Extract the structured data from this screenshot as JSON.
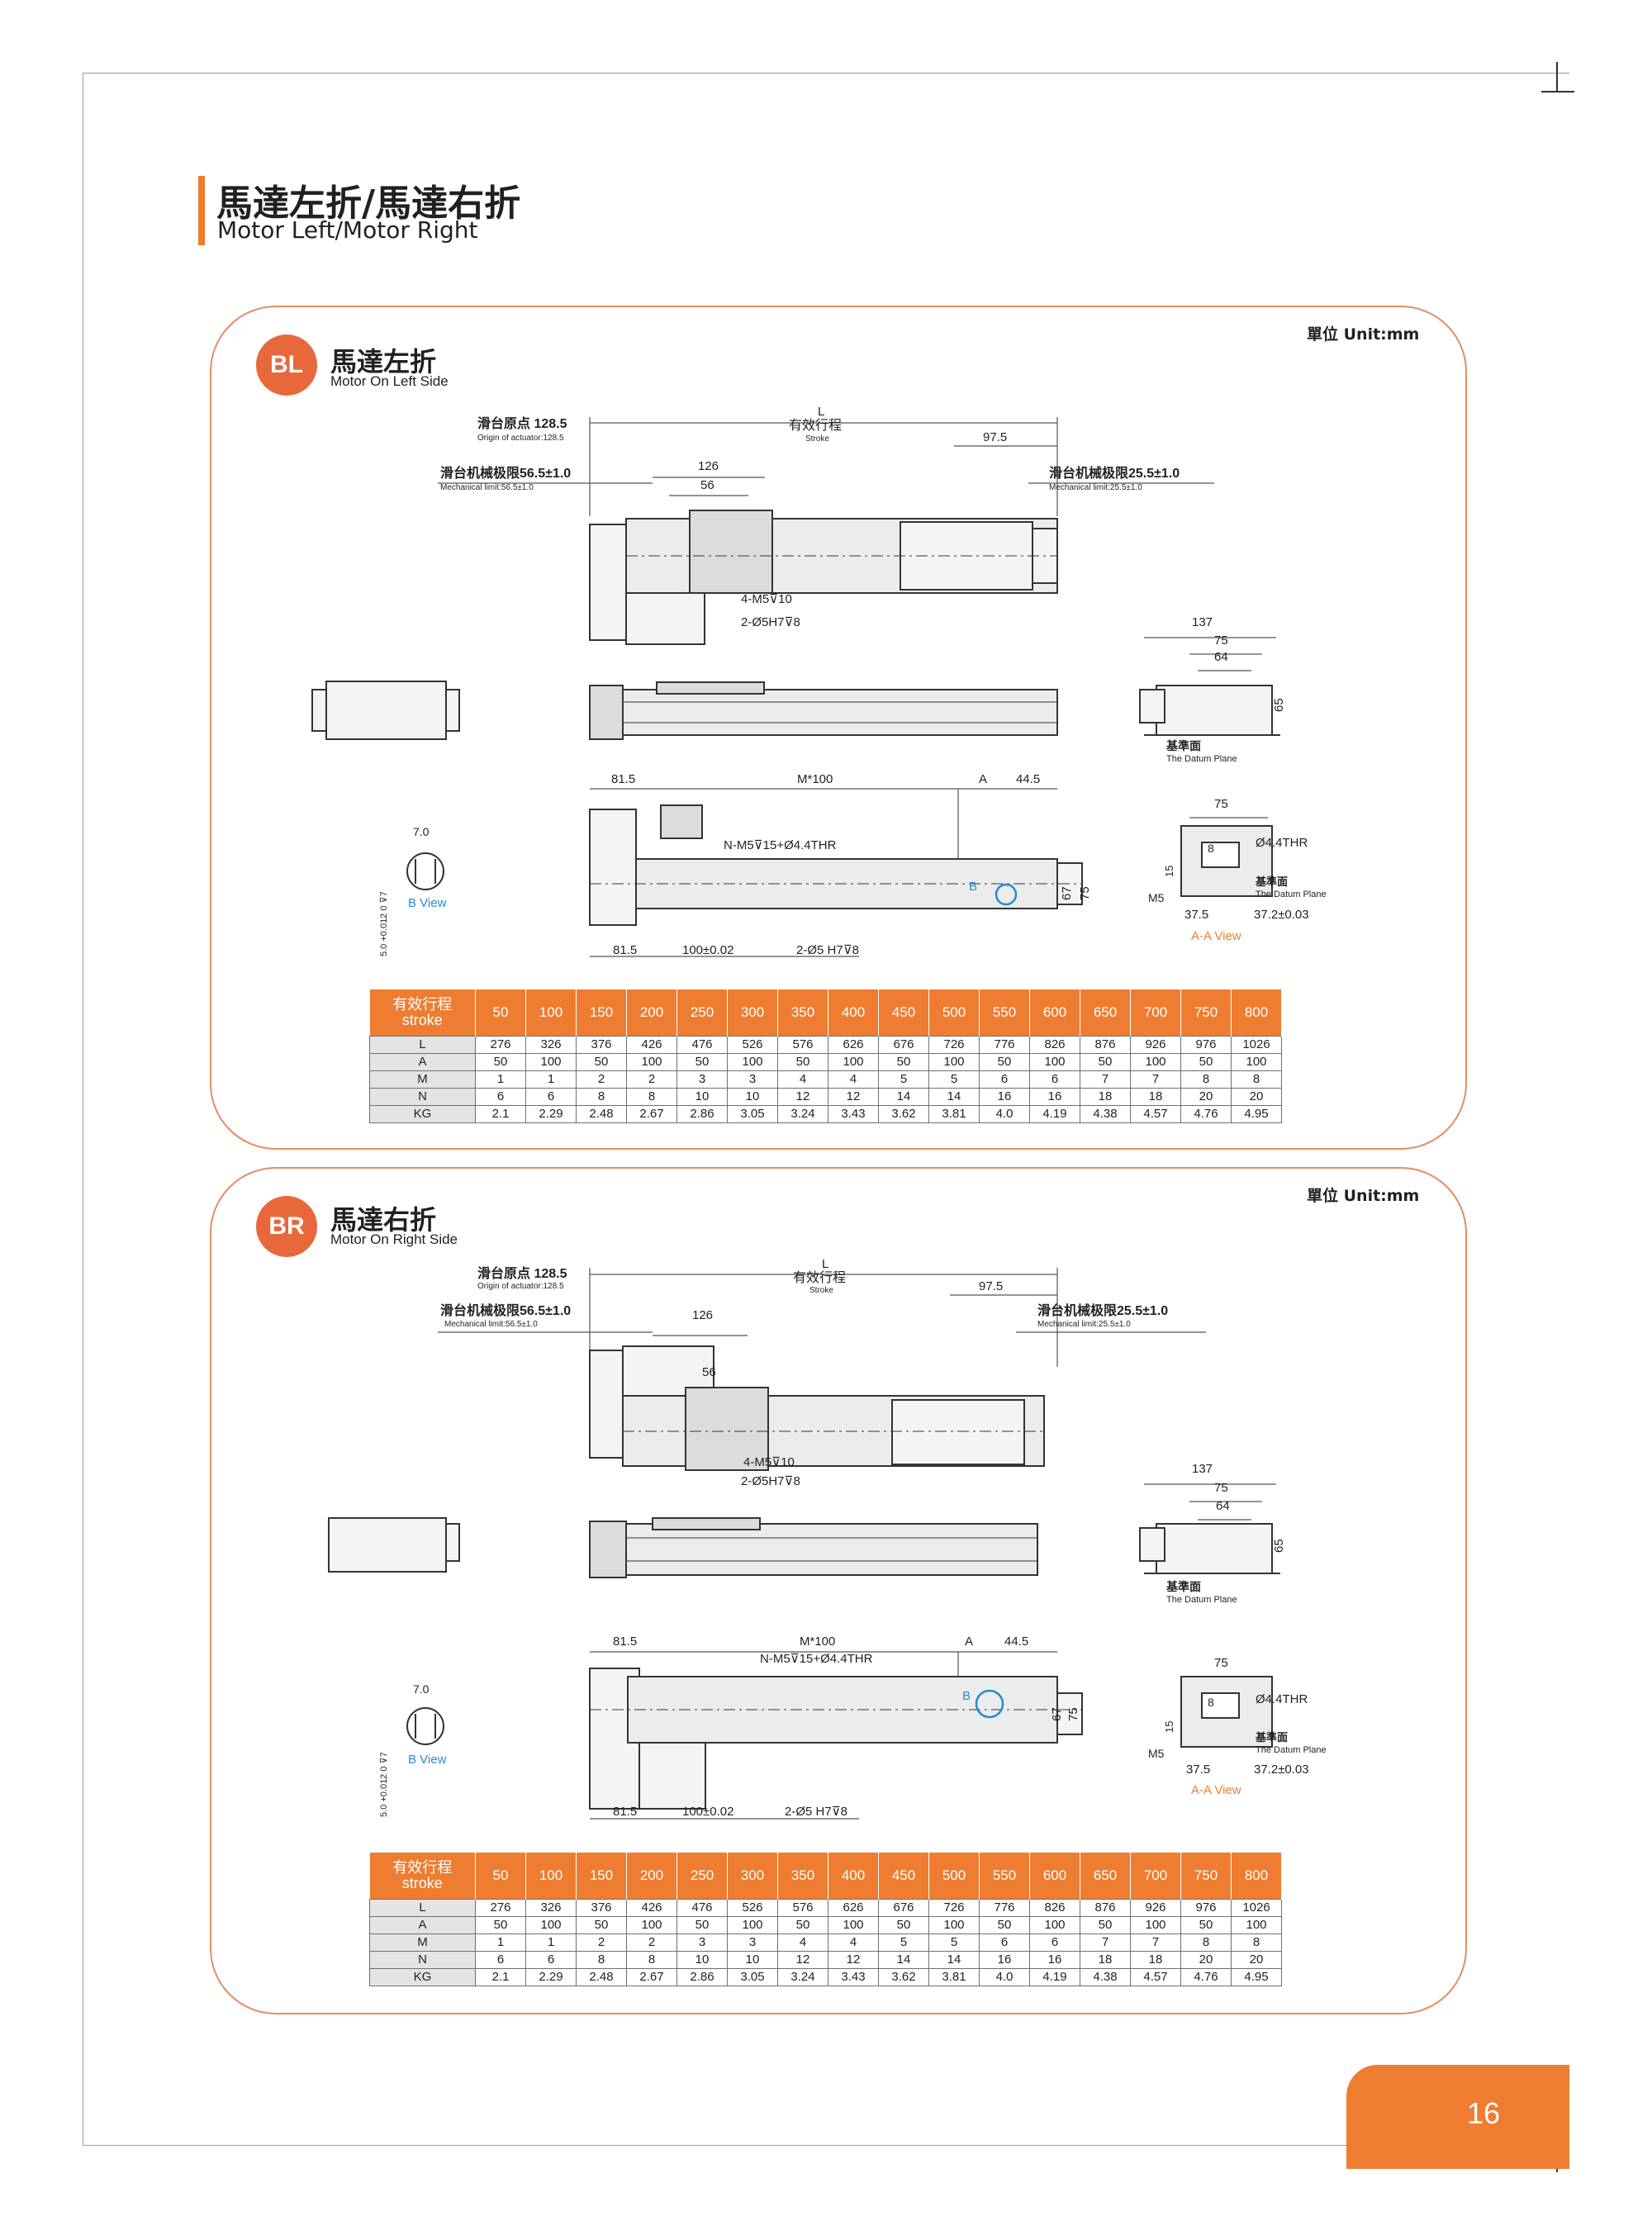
{
  "header": {
    "title_cn": "馬達左折/馬達右折",
    "title_en": "Motor Left/Motor Right"
  },
  "page_number": "16",
  "colors": {
    "accent": "#ee7d31",
    "badge": "#e8683c",
    "panel_border": "#e38e63",
    "blue_label": "#1c8fd1"
  },
  "sections": [
    {
      "badge": "BL",
      "title_cn": "馬達左折",
      "title_en": "Motor On Left Side",
      "unit": "單位 Unit:mm",
      "labels": {
        "origin_cn": "滑台原点 128.5",
        "origin_en": "Origin of actuator:128.5",
        "mech_left_cn": "滑台机械极限56.5±1.0",
        "mech_left_en": "Mechanical limit:56.5±1.0",
        "mech_right_cn": "滑台机械极限25.5±1.0",
        "mech_right_en": "Mechanical limit:25.5±1.0",
        "L": "L",
        "stroke_cn": "有效行程",
        "stroke_en": "Stroke",
        "d97": "97.5",
        "d126": "126",
        "d56": "56",
        "m5": "4-M5⊽10",
        "h7": "2-Ø5H7⊽8",
        "d137": "137",
        "d75": "75",
        "d64": "64",
        "d65": "65",
        "datum_cn": "基準面",
        "datum_en": "The Datum Plane",
        "d815": "81.5",
        "mx100": "M*100",
        "a": "A",
        "d445": "44.5",
        "nm5": "N-M5⊽15+Ø4.4THR",
        "bmark": "B",
        "d67": "67",
        "d75b": "75",
        "d100": "100±0.02",
        "h7b": "2-Ø5 H7⊽8",
        "d70": "7.0",
        "bview": "B View",
        "tol": "5.0 +0.012 0 ⊽7",
        "d44thr": "Ø4.4THR",
        "d8": "8",
        "d15": "15",
        "m5s": "M5",
        "d375": "37.5",
        "d372": "37.2±0.03",
        "aaview": "A-A View"
      },
      "table": {
        "header_cn": "有效行程",
        "header_en": "stroke",
        "strokes": [
          "50",
          "100",
          "150",
          "200",
          "250",
          "300",
          "350",
          "400",
          "450",
          "500",
          "550",
          "600",
          "650",
          "700",
          "750",
          "800"
        ],
        "rows": [
          {
            "label": "L",
            "values": [
              "276",
              "326",
              "376",
              "426",
              "476",
              "526",
              "576",
              "626",
              "676",
              "726",
              "776",
              "826",
              "876",
              "926",
              "976",
              "1026"
            ]
          },
          {
            "label": "A",
            "values": [
              "50",
              "100",
              "50",
              "100",
              "50",
              "100",
              "50",
              "100",
              "50",
              "100",
              "50",
              "100",
              "50",
              "100",
              "50",
              "100"
            ]
          },
          {
            "label": "M",
            "values": [
              "1",
              "1",
              "2",
              "2",
              "3",
              "3",
              "4",
              "4",
              "5",
              "5",
              "6",
              "6",
              "7",
              "7",
              "8",
              "8"
            ]
          },
          {
            "label": "N",
            "values": [
              "6",
              "6",
              "8",
              "8",
              "10",
              "10",
              "12",
              "12",
              "14",
              "14",
              "16",
              "16",
              "18",
              "18",
              "20",
              "20"
            ]
          },
          {
            "label": "KG",
            "values": [
              "2.1",
              "2.29",
              "2.48",
              "2.67",
              "2.86",
              "3.05",
              "3.24",
              "3.43",
              "3.62",
              "3.81",
              "4.0",
              "4.19",
              "4.38",
              "4.57",
              "4.76",
              "4.95"
            ]
          }
        ]
      }
    },
    {
      "badge": "BR",
      "title_cn": "馬達右折",
      "title_en": "Motor On Right Side",
      "unit": "單位 Unit:mm",
      "labels": {
        "origin_cn": "滑台原点 128.5",
        "origin_en": "Origin of actuator:128.5",
        "mech_left_cn": "滑台机械极限56.5±1.0",
        "mech_left_en": "Mechanical limit:56.5±1.0",
        "mech_right_cn": "滑台机械极限25.5±1.0",
        "mech_right_en": "Mechanical limit:25.5±1.0",
        "L": "L",
        "stroke_cn": "有效行程",
        "stroke_en": "Stroke",
        "d97": "97.5",
        "d126": "126",
        "d56": "56",
        "m5": "4-M5⊽10",
        "h7": "2-Ø5H7⊽8",
        "d137": "137",
        "d75": "75",
        "d64": "64",
        "d65": "65",
        "datum_cn": "基準面",
        "datum_en": "The Datum Plane",
        "d815": "81.5",
        "mx100": "M*100",
        "a": "A",
        "d445": "44.5",
        "nm5": "N-M5⊽15+Ø4.4THR",
        "bmark": "B",
        "d67": "67",
        "d75b": "75",
        "d100": "100±0.02",
        "h7b": "2-Ø5 H7⊽8",
        "d70": "7.0",
        "bview": "B View",
        "tol": "5.0 +0.012 0 ⊽7",
        "d44thr": "Ø4.4THR",
        "d8": "8",
        "d15": "15",
        "m5s": "M5",
        "d375": "37.5",
        "d372": "37.2±0.03",
        "aaview": "A-A View"
      },
      "table": {
        "header_cn": "有效行程",
        "header_en": "stroke",
        "strokes": [
          "50",
          "100",
          "150",
          "200",
          "250",
          "300",
          "350",
          "400",
          "450",
          "500",
          "550",
          "600",
          "650",
          "700",
          "750",
          "800"
        ],
        "rows": [
          {
            "label": "L",
            "values": [
              "276",
              "326",
              "376",
              "426",
              "476",
              "526",
              "576",
              "626",
              "676",
              "726",
              "776",
              "826",
              "876",
              "926",
              "976",
              "1026"
            ]
          },
          {
            "label": "A",
            "values": [
              "50",
              "100",
              "50",
              "100",
              "50",
              "100",
              "50",
              "100",
              "50",
              "100",
              "50",
              "100",
              "50",
              "100",
              "50",
              "100"
            ]
          },
          {
            "label": "M",
            "values": [
              "1",
              "1",
              "2",
              "2",
              "3",
              "3",
              "4",
              "4",
              "5",
              "5",
              "6",
              "6",
              "7",
              "7",
              "8",
              "8"
            ]
          },
          {
            "label": "N",
            "values": [
              "6",
              "6",
              "8",
              "8",
              "10",
              "10",
              "12",
              "12",
              "14",
              "14",
              "16",
              "16",
              "18",
              "18",
              "20",
              "20"
            ]
          },
          {
            "label": "KG",
            "values": [
              "2.1",
              "2.29",
              "2.48",
              "2.67",
              "2.86",
              "3.05",
              "3.24",
              "3.43",
              "3.62",
              "3.81",
              "4.0",
              "4.19",
              "4.38",
              "4.57",
              "4.76",
              "4.95"
            ]
          }
        ]
      }
    }
  ]
}
